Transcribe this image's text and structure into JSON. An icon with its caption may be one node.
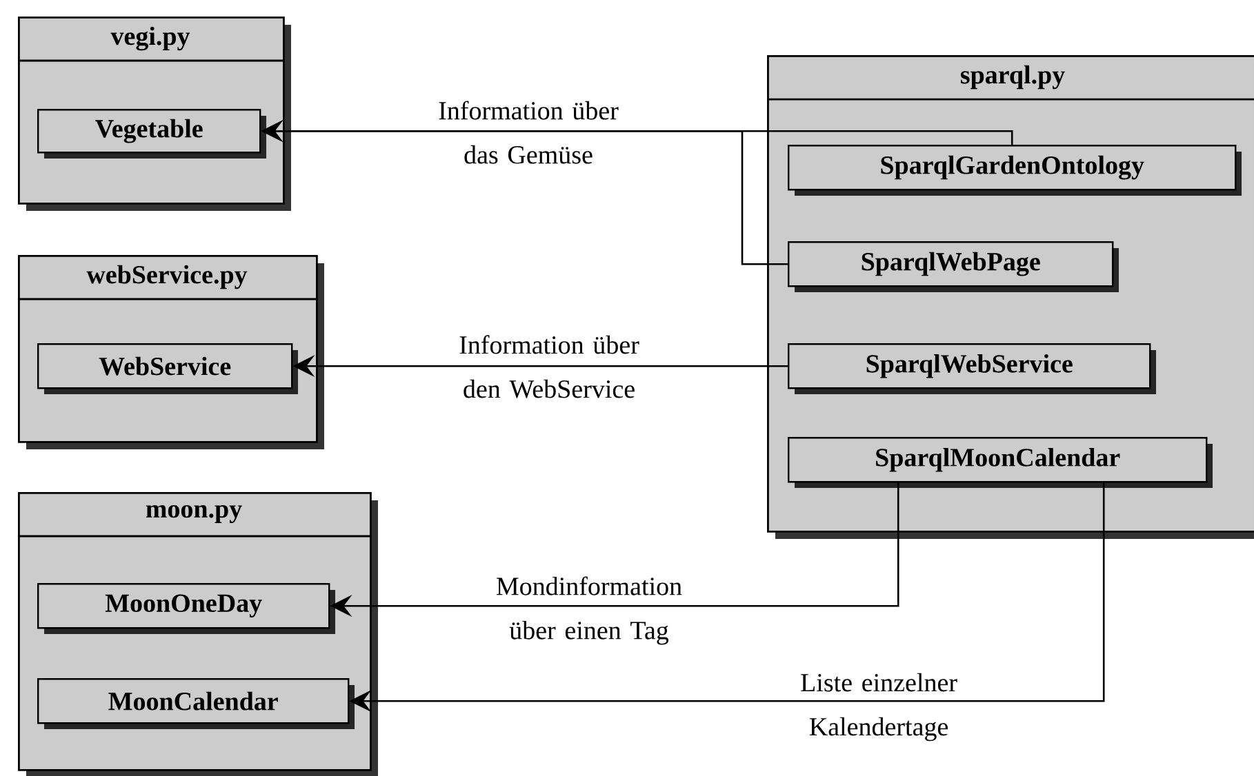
{
  "diagram": {
    "nodes": [
      {
        "text": [
          "vegi.py"
        ]
      },
      {
        "text": [
          "Vegetable"
        ],
        "in": 0
      },
      {
        "text": [
          "webService.py"
        ]
      },
      {
        "text": [
          "WebService"
        ],
        "in": 2
      },
      {
        "text": [
          "moon.py"
        ]
      },
      {
        "text": [
          "MoonOneDay"
        ],
        "in": 4
      },
      {
        "text": [
          "MoonCalendar"
        ],
        "in": 4
      },
      {
        "text": [
          "sparql.py"
        ]
      },
      {
        "text": [
          "SparqlGardenOntology"
        ],
        "in": 7
      },
      {
        "text": [
          "SparqlWebPage"
        ],
        "in": 7
      },
      {
        "text": [
          "SparqlWebService"
        ],
        "in": 7
      },
      {
        "text": [
          "SparqlMoonCalendar"
        ],
        "in": 7
      }
    ],
    "edges": [
      {
        "from": 8,
        "to": 1,
        "arrow": "to",
        "label": "Information über das Gemüse"
      },
      {
        "from": 9,
        "to": 1,
        "arrow": "to"
      },
      {
        "from": 10,
        "to": 3,
        "arrow": "to",
        "label": "Information über den WebService"
      },
      {
        "from": 11,
        "to": 5,
        "arrow": "to",
        "label": "Mondinformation über einen Tag"
      },
      {
        "from": 11,
        "to": 6,
        "arrow": "to",
        "label": "Liste einzelner Kalendertage"
      }
    ]
  }
}
